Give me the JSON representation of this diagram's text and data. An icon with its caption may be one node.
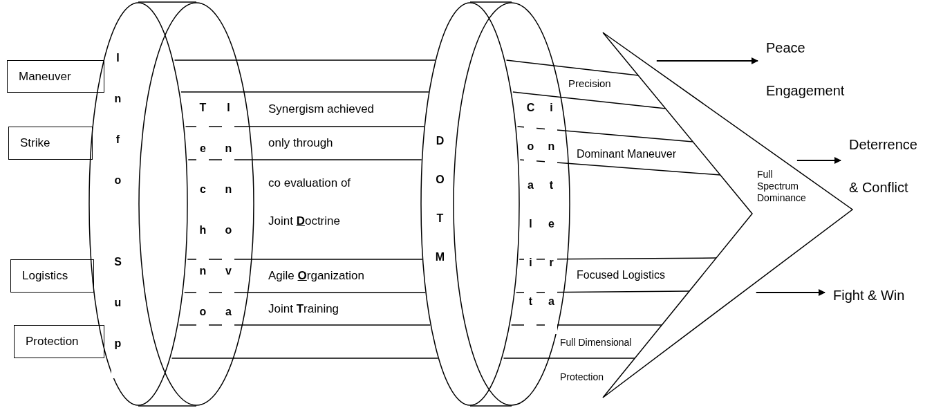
{
  "diagram": {
    "nodes": [
      {
        "text": [
          "Maneuver"
        ]
      },
      {
        "text": [
          "Strike"
        ]
      },
      {
        "text": [
          "Logistics"
        ]
      },
      {
        "text": [
          "Protection"
        ]
      },
      {
        "text": [
          "Info Sup"
        ]
      },
      {
        "text": [
          "Techno",
          "Innova"
        ]
      },
      {
        "text": [
          "DOTM"
        ]
      },
      {
        "text": [
          "Coalit",
          "intera"
        ]
      },
      {
        "text": [
          "Full Spectrum Dominance"
        ]
      },
      {
        "text": [
          "Peace Engagement"
        ]
      },
      {
        "text": [
          "Deterrence & Conflict"
        ]
      },
      {
        "text": [
          "Fight & Win"
        ]
      }
    ],
    "edges": [
      {
        "from": 8,
        "to": 9,
        "arrow": "to"
      },
      {
        "from": 8,
        "to": 10,
        "arrow": "to"
      },
      {
        "from": 8,
        "to": 11,
        "arrow": "to"
      },
      {
        "from": 5,
        "to": 6,
        "arrow": "none"
      },
      {
        "from": 7,
        "to": 8,
        "arrow": "none"
      },
      {
        "from": 5,
        "to": 6,
        "arrow": "none"
      },
      {
        "from": 7,
        "to": 8,
        "arrow": "none"
      },
      {
        "from": 5,
        "to": 6,
        "arrow": "none"
      },
      {
        "from": 7,
        "to": 8,
        "arrow": "none"
      },
      {
        "from": 5,
        "to": 6,
        "arrow": "none"
      },
      {
        "from": 7,
        "to": 8,
        "arrow": "none"
      },
      {
        "from": 5,
        "to": 6,
        "arrow": "none"
      },
      {
        "from": 7,
        "to": 8,
        "arrow": "none"
      },
      {
        "from": 5,
        "to": 6,
        "arrow": "none"
      },
      {
        "from": 7,
        "to": 8,
        "arrow": "none"
      },
      {
        "from": 5,
        "to": 6,
        "arrow": "none"
      },
      {
        "from": 7,
        "to": 8,
        "arrow": "none"
      },
      {
        "from": 5,
        "to": 6,
        "arrow": "none"
      },
      {
        "from": 7,
        "to": 8,
        "arrow": "none"
      }
    ],
    "labels": [
      "Synergism achieved",
      "only through",
      "co evaluation of",
      "Joint **D**octrine",
      "Agile **O**rganization",
      "Joint **T**raining",
      "Precision",
      "Dominant Maneuver",
      "Focused Logistics",
      "Full Dimensional Protection"
    ]
  }
}
